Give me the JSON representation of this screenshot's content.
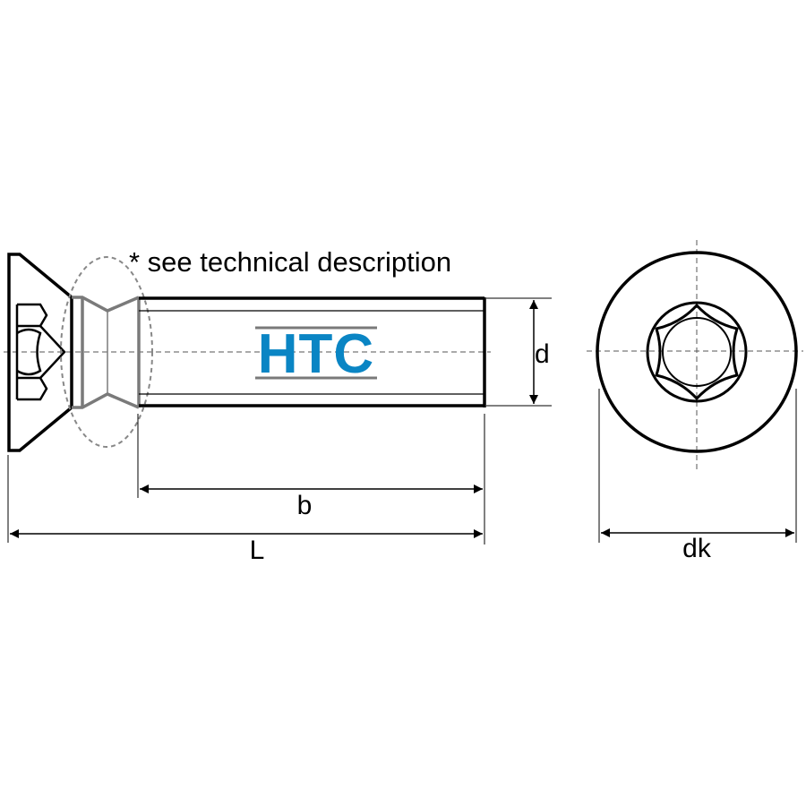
{
  "note": "* see technical description",
  "logo": {
    "text": "HTC",
    "color": "#0a85c4",
    "rule_color": "#7a7a7a"
  },
  "dimensions": {
    "length": "L",
    "thread_length": "b",
    "diameter": "d",
    "head_diameter": "dk"
  },
  "colors": {
    "outline": "#000000",
    "detail": "#7a7a7a",
    "centerline": "#555555",
    "highlight_circle": "#888888"
  }
}
